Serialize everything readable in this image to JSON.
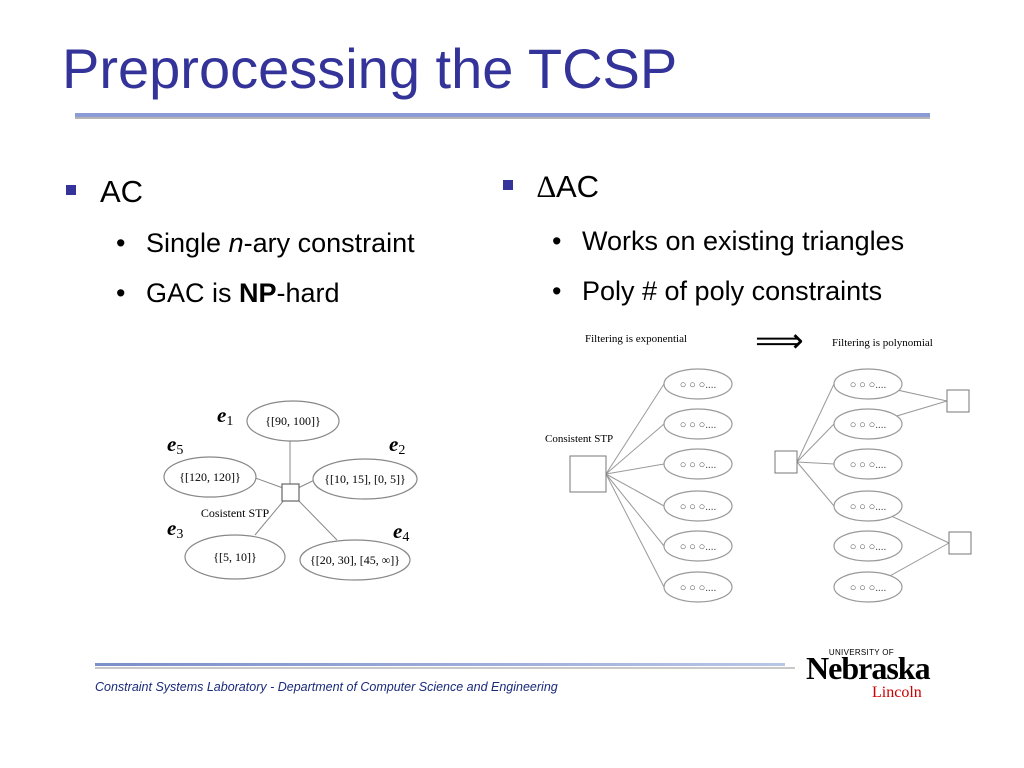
{
  "slide": {
    "title": "Preprocessing the TCSP",
    "left": {
      "heading": "AC",
      "bullets": [
        {
          "pre": "Single ",
          "em": "n",
          "post": "-ary constraint"
        },
        {
          "pre": "GAC is ",
          "strong": "NP",
          "post": "-hard"
        }
      ]
    },
    "right": {
      "heading_symbol": "∆",
      "heading": "AC",
      "bullets": [
        "Works on existing triangles",
        "Poly # of poly constraints"
      ]
    }
  },
  "left_diagram": {
    "center_label": "Cosistent STP",
    "nodes": [
      {
        "label": "e",
        "sub": "1",
        "domain": "{[90, 100]}"
      },
      {
        "label": "e",
        "sub": "2",
        "domain": "{[10, 15], [0, 5]}"
      },
      {
        "label": "e",
        "sub": "3",
        "domain": "{[5, 10]}"
      },
      {
        "label": "e",
        "sub": "4",
        "domain": "{[20, 30], [45, ∞]}"
      },
      {
        "label": "e",
        "sub": "5",
        "domain": "{[120, 120]}"
      }
    ]
  },
  "right_diagram": {
    "caption_left": "Filtering is exponential",
    "caption_right": "Filtering is polynomial",
    "arrow": "⟹",
    "left_label": "Consistent STP",
    "node_text": "○ ○ ○....",
    "node_count": 6
  },
  "footer": {
    "text": "Constraint Systems Laboratory - Department of Computer Science and Engineering",
    "logo_university": "UNIVERSITY OF",
    "logo_name": "Nebraska",
    "logo_city": "Lincoln"
  }
}
